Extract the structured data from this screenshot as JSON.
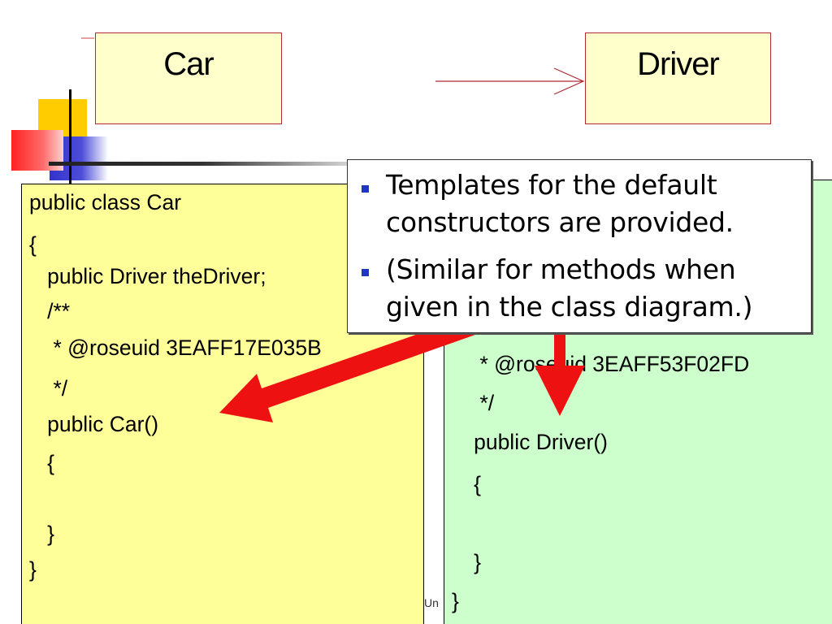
{
  "diagram": {
    "class_car": "Car",
    "class_driver": "Driver"
  },
  "car_code": {
    "lines": [
      "public class Car",
      "{",
      "   public Driver theDriver;",
      "   /**",
      "    * @roseuid 3EAFF17E035B",
      "    */",
      "   public Car()",
      "   {",
      "",
      "   }",
      "}"
    ]
  },
  "driver_code": {
    "lines": [
      "    * @roseuid 3EAFF53F02FD",
      "    */",
      "   public Driver()",
      "   {",
      "",
      "   }",
      "}"
    ]
  },
  "note": {
    "bullets": [
      "Templates for the default constructors are provided.",
      "(Similar for methods when given in the class diagram.)"
    ]
  },
  "footer": {
    "partial_text": "Un"
  },
  "colors": {
    "car_box": "#ffff99",
    "driver_box": "#ccffcc",
    "uml_fill": "#ffffcc",
    "uml_border": "#b22a35",
    "arrow": "#ee1111",
    "bullet": "#1f34c9"
  }
}
